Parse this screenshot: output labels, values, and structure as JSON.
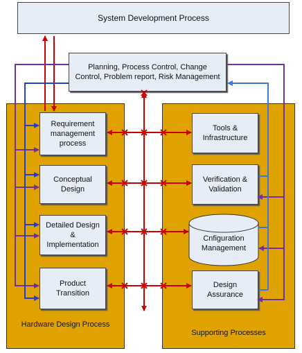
{
  "title": "System Development Process",
  "planning": "Planning, Process Control, Change Control, Problem report, Risk Management",
  "left_panel": {
    "label": "Hardware Design Process",
    "items": [
      "Requirement management process",
      "Conceptual Design",
      "Detailed Design & Implementation",
      "Product Transition"
    ]
  },
  "right_panel": {
    "label": "Supporting Processes",
    "items": [
      "Tools & Infrastructure",
      "Verification & Validation",
      "Cnfiguration Management",
      "Design Assurance"
    ]
  },
  "colors": {
    "panel": "#e0a200",
    "node": "#e6edf6",
    "red": "#cc0000",
    "purple": "#7030a0",
    "blue": "#1f3fd8",
    "lightblue": "#3a78e0"
  }
}
